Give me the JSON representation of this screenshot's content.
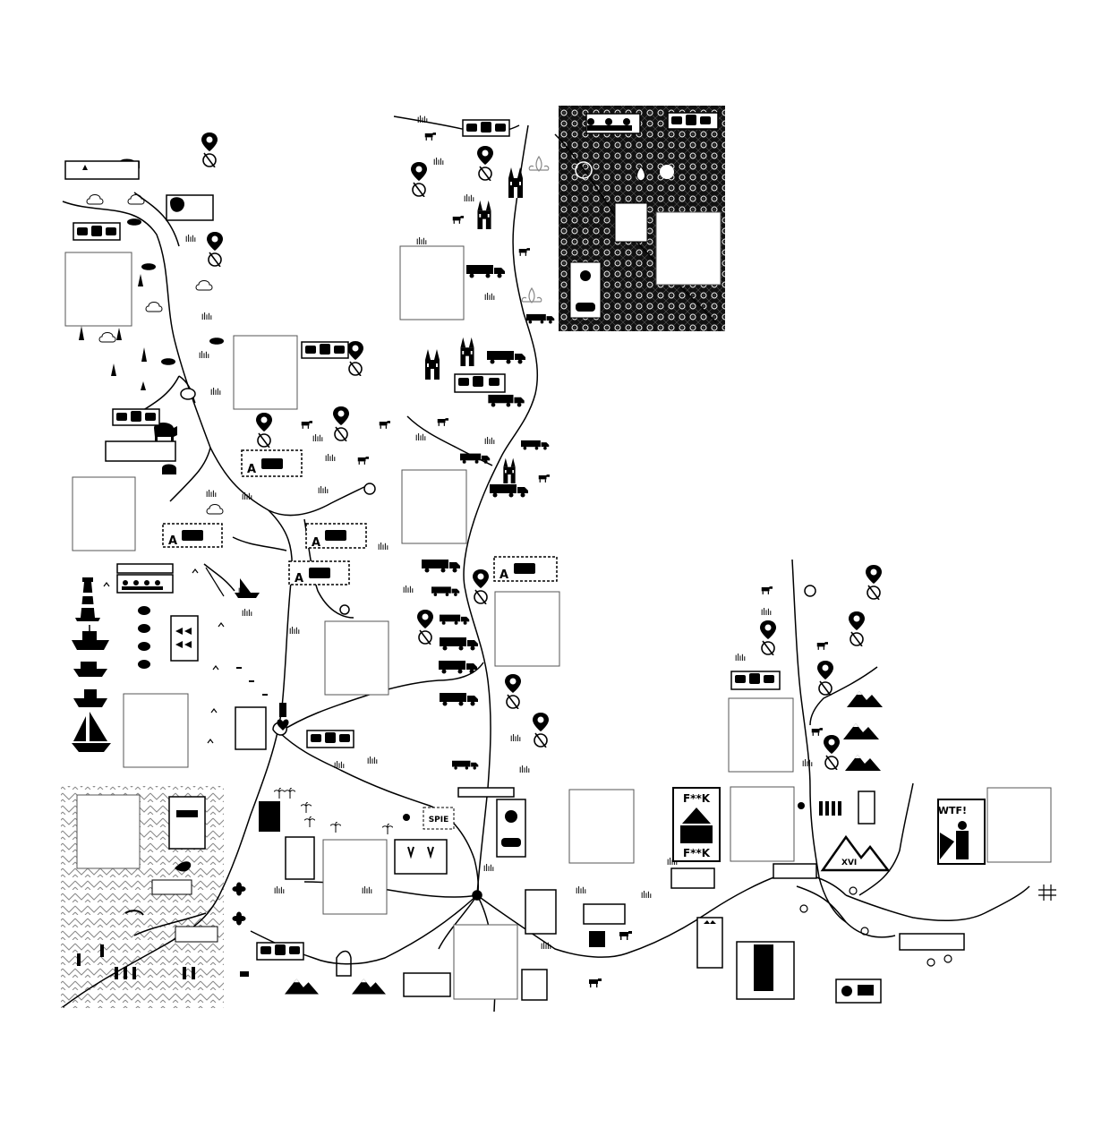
{
  "map": {
    "labels": {
      "top": "F**K",
      "bottom": "F**K",
      "wtf": "WTF!",
      "xvi": "XVI",
      "spie": "SPIE",
      "antenna": "A"
    },
    "icons": [
      "location-pin-icon",
      "cow-icon",
      "pig-icon",
      "sheep-icon",
      "rain-cloud-icon",
      "cathedral-icon",
      "truck-icon",
      "car-icon",
      "train-icon",
      "bus-icon",
      "mountain-icon",
      "lighthouse-icon",
      "boat-icon",
      "sailboat-icon",
      "crab-icon",
      "fish-icon",
      "fleur-de-lis-icon",
      "football-icon",
      "gamepad-icon",
      "palm-tree-icon",
      "bull-icon",
      "sun-icon",
      "radiation-icon",
      "cannabis-leaf-icon",
      "bottle-icon",
      "guitar-icon",
      "skull-icon",
      "crown-icon",
      "bicycle-icon",
      "family-icon"
    ],
    "colors": {
      "ink": "#000000",
      "paper": "#ffffff",
      "pattern_light": "#999999"
    }
  }
}
